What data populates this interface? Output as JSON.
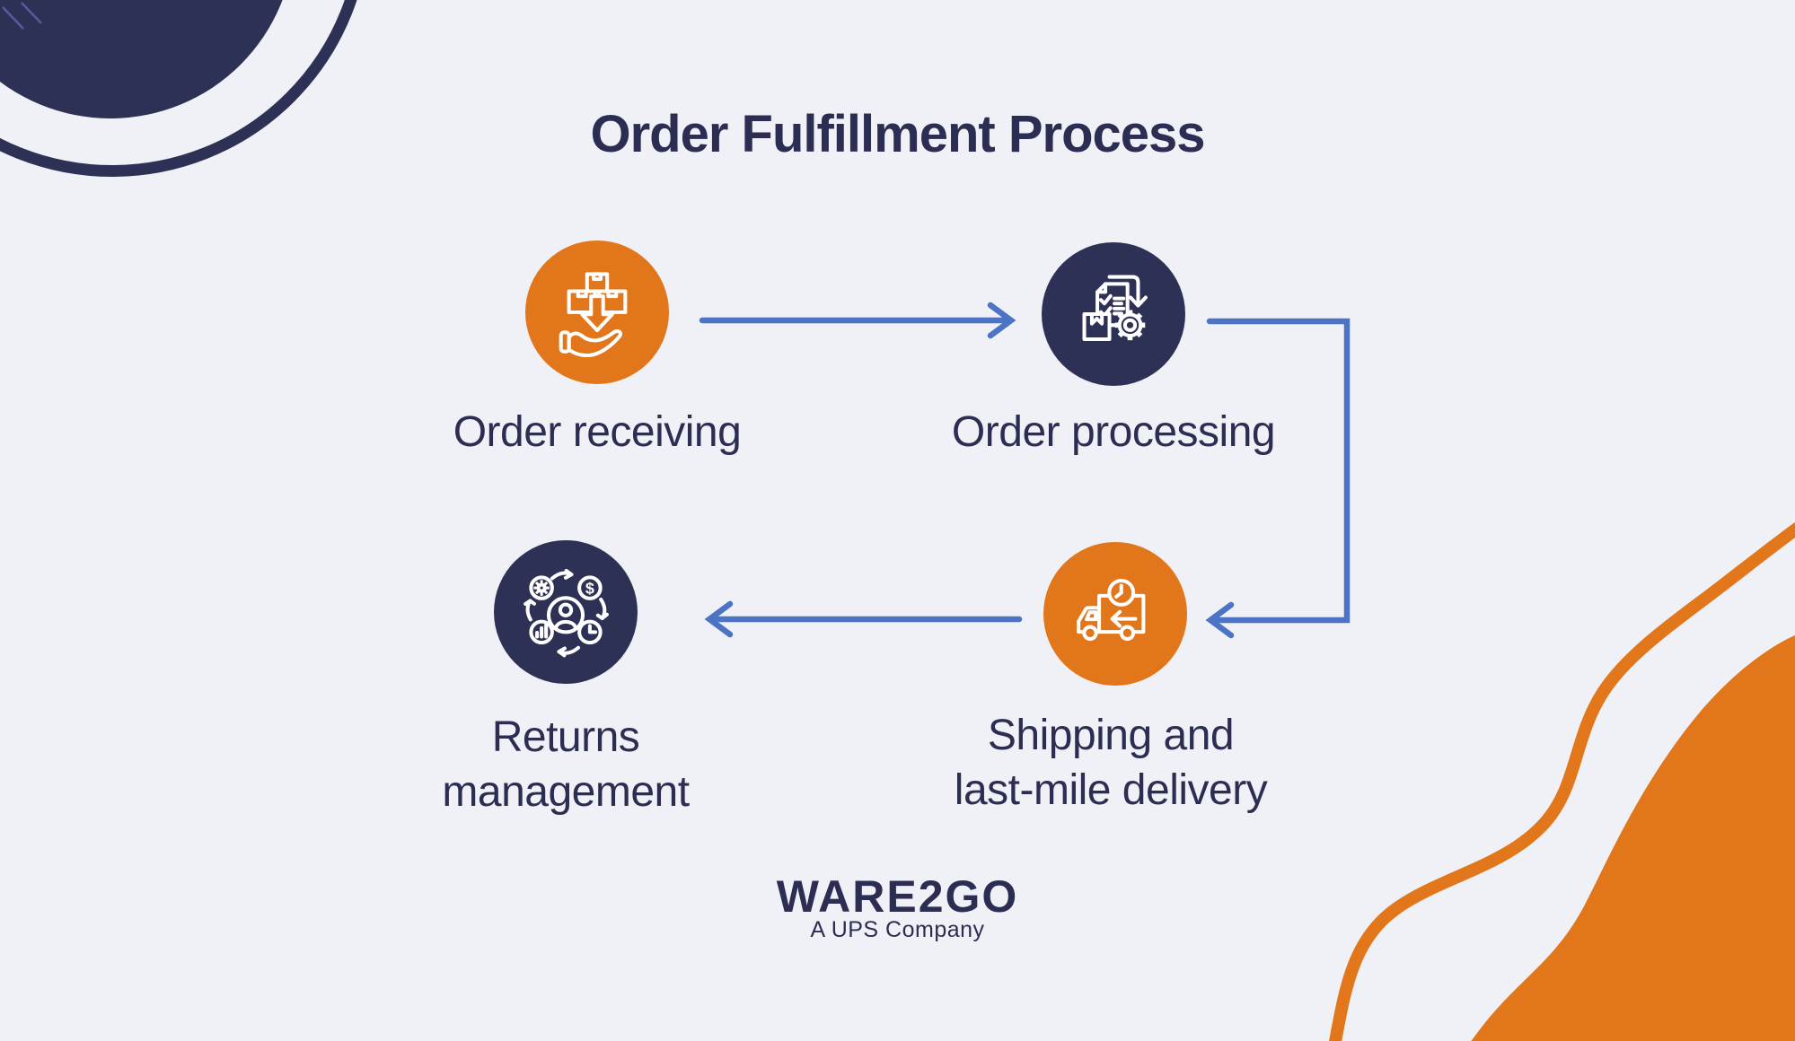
{
  "page": {
    "title": "Order Fulfillment Process"
  },
  "colors": {
    "background": "#F0F1F6",
    "navy": "#2E3156",
    "orange": "#E2761B",
    "arrow_blue": "#4C74C5",
    "text_navy": "#2B2E52",
    "icon_white": "#FFFFFF"
  },
  "steps": [
    {
      "order": 1,
      "label": "Order receiving",
      "lines": [
        "Order receiving"
      ],
      "circle_color": "#E2761B",
      "icon": "boxes-into-hand-icon"
    },
    {
      "order": 2,
      "label": "Order processing",
      "lines": [
        "Order processing"
      ],
      "circle_color": "#2E3156",
      "icon": "document-checklist-gear-icon"
    },
    {
      "order": 3,
      "label": "Shipping and last-mile delivery",
      "lines": [
        "Shipping and",
        "last-mile delivery"
      ],
      "circle_color": "#E2761B",
      "icon": "delivery-truck-clock-icon"
    },
    {
      "order": 4,
      "label": "Returns management",
      "lines": [
        "Returns",
        "management"
      ],
      "circle_color": "#2E3156",
      "icon": "returns-cycle-icon"
    }
  ],
  "connections": [
    {
      "from": "Order receiving",
      "to": "Order processing"
    },
    {
      "from": "Order processing",
      "to": "Shipping and last-mile delivery"
    },
    {
      "from": "Shipping and last-mile delivery",
      "to": "Returns management"
    }
  ],
  "footer": {
    "logo": "WARE2GO",
    "tagline": "A UPS Company"
  }
}
